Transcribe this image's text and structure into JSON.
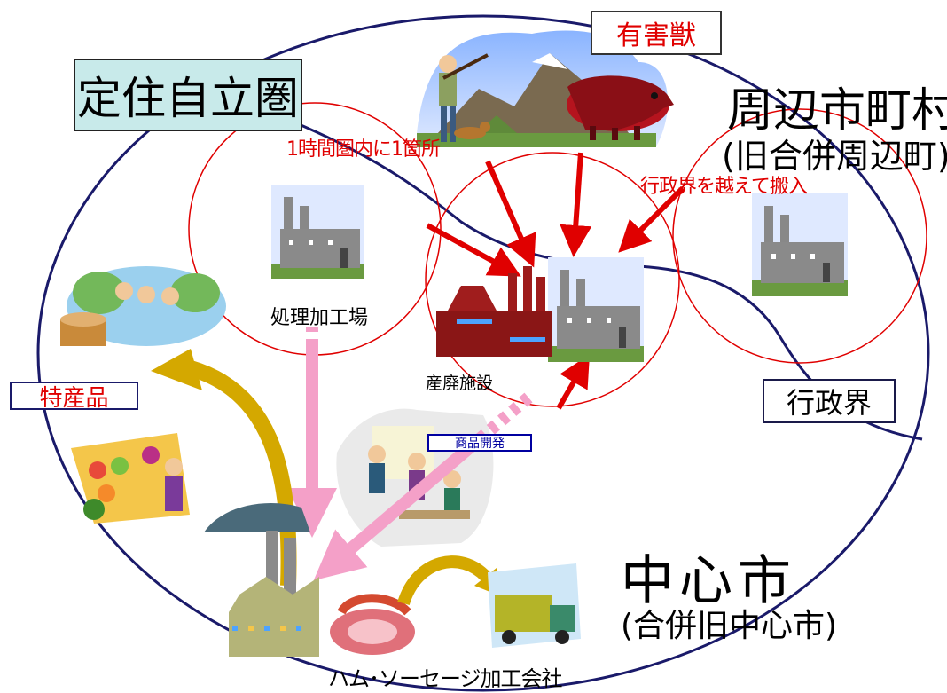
{
  "diagram": {
    "title": "定住自立圏",
    "pest_label": "有害獣",
    "surrounding": {
      "title": "周辺市町村",
      "subtitle": "(旧合併周辺町)"
    },
    "center": {
      "title": "中心市",
      "subtitle": "(合併旧中心市)"
    },
    "notes": {
      "one_per_hour_zone": "1時間圏内に1箇所",
      "cross_boundary": "行政界を越えて搬入"
    },
    "labels": {
      "processing_plant": "処理加工場",
      "waste_facility": "産廃施設",
      "specialty_products": "特産品",
      "admin_boundary": "行政界",
      "product_development": "商品開発",
      "ham_company": "ハム･ソーセージ加工会社"
    }
  },
  "colors": {
    "red": "#e00000",
    "pink": "#f4a0c8",
    "navy": "#1a1a6a",
    "gold": "#d4a800",
    "title_bg": "#c8eaea"
  },
  "icons": [
    "hunter-mountain-clipart",
    "wild-boar-clipart",
    "factory-icon",
    "factory-with-chimneys-icon",
    "hot-spring-clipart",
    "market-stall-clipart",
    "meeting-clipart",
    "ham-sausage-clipart",
    "delivery-truck-clipart"
  ]
}
